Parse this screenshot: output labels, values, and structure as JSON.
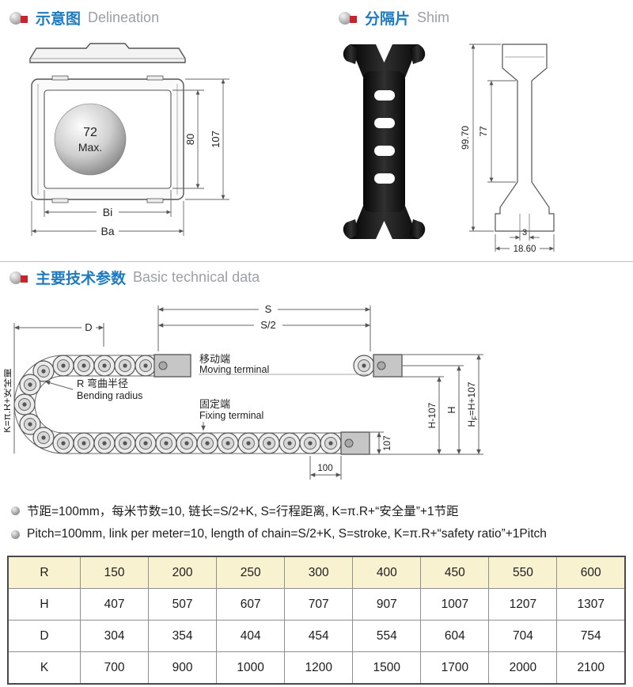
{
  "colors": {
    "accent_blue": "#1e7bbf",
    "heading_gray": "#9aa0a6",
    "bullet_red": "#c8242b",
    "table_header_bg": "#f8f2d0",
    "drawing_line": "#555555"
  },
  "sections": {
    "delineation": {
      "zh": "示意图",
      "en": "Delineation"
    },
    "shim": {
      "zh": "分隔片",
      "en": "Shim"
    },
    "technical": {
      "zh": "主要技术参数",
      "en": "Basic technical data"
    }
  },
  "cross_section": {
    "ball_line1": "72",
    "ball_line2": "Max.",
    "inner_height": "80",
    "outer_height": "107",
    "inner_width": "Bi",
    "outer_width": "Ba"
  },
  "shim": {
    "height": "99.70",
    "waist_height": "77",
    "rib_thickness": "3",
    "base_width": "18.60"
  },
  "chain": {
    "s": "S",
    "s_half": "S/2",
    "d": "D",
    "moving_zh": "移动端",
    "moving_en": "Moving terminal",
    "bend_zh": "R 弯曲半径",
    "bend_en": "Bending radius",
    "fixed_zh": "固定端",
    "fixed_en": "Fixing terminal",
    "h_minus_107": "H-107",
    "h": "H",
    "hf_pre": "H",
    "hf_sub": "F",
    "hf_post": "=H+107",
    "dim_107": "107",
    "dim_100": "100",
    "k_formula": "K=π.R+安全量"
  },
  "notes": [
    "节距=100mm，每米节数=10, 链长=S/2+K, S=行程距离, K=π.R+“安全量”+1节距",
    "Pitch=100mm, link per meter=10, length of chain=S/2+K, S=stroke, K=π.R+“safety ratio”+1Pitch"
  ],
  "chart_data": {
    "type": "table",
    "row_labels": [
      "R",
      "H",
      "D",
      "K"
    ],
    "columns": 8,
    "rows": [
      {
        "label": "R",
        "values": [
          150,
          200,
          250,
          300,
          400,
          450,
          550,
          600
        ]
      },
      {
        "label": "H",
        "values": [
          407,
          507,
          607,
          707,
          907,
          1007,
          1207,
          1307
        ]
      },
      {
        "label": "D",
        "values": [
          304,
          354,
          404,
          454,
          554,
          604,
          704,
          754
        ]
      },
      {
        "label": "K",
        "values": [
          700,
          900,
          1000,
          1200,
          1500,
          1700,
          2000,
          2100
        ]
      }
    ]
  }
}
